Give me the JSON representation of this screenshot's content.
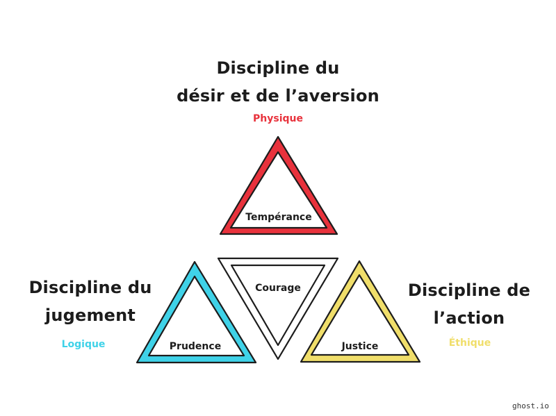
{
  "top": {
    "title_line1": "Discipline du",
    "title_line2": "désir et de l’aversion",
    "subtitle": "Physique",
    "subtitle_color": "#e8323c"
  },
  "left": {
    "title_line1": "Discipline du",
    "title_line2": "jugement",
    "subtitle": "Logique",
    "subtitle_color": "#3fd2e8"
  },
  "right": {
    "title_line1": "Discipline de",
    "title_line2": "l’action",
    "subtitle": "Éthique",
    "subtitle_color": "#f0de6a"
  },
  "triangles": {
    "temperance": {
      "label": "Tempérance",
      "color": "#e8323c"
    },
    "prudence": {
      "label": "Prudence",
      "color": "#3fd2e8"
    },
    "courage": {
      "label": "Courage",
      "color": "#ffffff"
    },
    "justice": {
      "label": "Justice",
      "color": "#f0de6a"
    }
  },
  "credit": "ghost.io"
}
